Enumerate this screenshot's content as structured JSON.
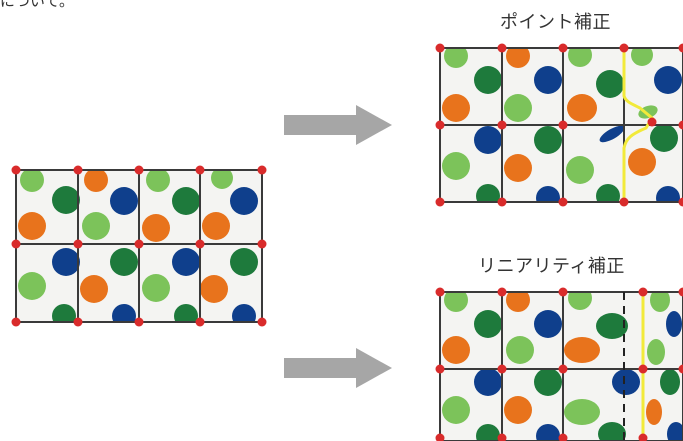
{
  "caption_fragment": "補正について。",
  "titles": {
    "point": "ポイント補正",
    "linearity": "リニアリティ補正"
  },
  "colors": {
    "grid_line": "#3a3a3a",
    "control_point": "#d92b2b",
    "dot_light_green": "#7cc35a",
    "dot_dark_green": "#1e7a3c",
    "dot_orange": "#e8731c",
    "dot_blue": "#0f3f8c",
    "correction_line": "#f2ea3a",
    "arrow": "#a6a6a6",
    "background": "#f4f4f2"
  },
  "icons": {
    "arrow_top": "right-arrow-icon",
    "arrow_bottom": "right-arrow-icon"
  }
}
